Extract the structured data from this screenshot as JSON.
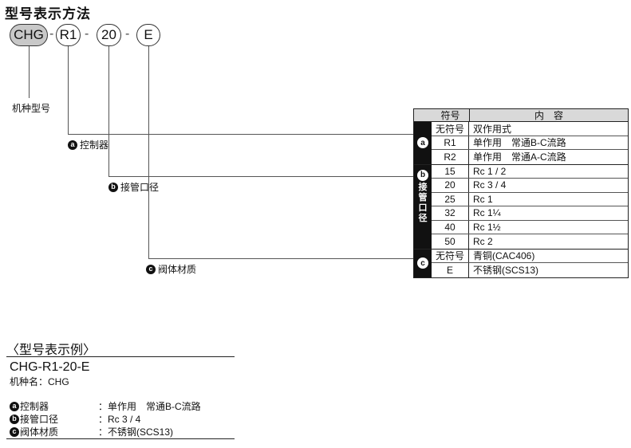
{
  "title": "型号表示方法",
  "model_code": {
    "series": "CHG",
    "operation": "R1",
    "port": "20",
    "material": "E",
    "separator": "-"
  },
  "labels": {
    "series": "机种型号",
    "operation": "控制器",
    "port": "接管口径",
    "material": "阀体材质"
  },
  "badges": {
    "a": "a",
    "b": "b",
    "c": "c"
  },
  "table": {
    "head_symbol": "符号",
    "head_content": "内　容",
    "group_a": [
      {
        "symbol": "无符号",
        "content": "双作用式"
      },
      {
        "symbol": "R1",
        "content": "单作用　常通B-C流路"
      },
      {
        "symbol": "R2",
        "content": "单作用　常通A-C流路"
      }
    ],
    "group_b_label_chars": [
      "接",
      "管",
      "口",
      "径"
    ],
    "group_b": [
      {
        "symbol": "15",
        "content": "Rc 1 / 2"
      },
      {
        "symbol": "20",
        "content": "Rc 3 / 4"
      },
      {
        "symbol": "25",
        "content": "Rc 1"
      },
      {
        "symbol": "32",
        "content": "Rc 1¼"
      },
      {
        "symbol": "40",
        "content": "Rc 1½"
      },
      {
        "symbol": "50",
        "content": "Rc 2"
      }
    ],
    "group_c": [
      {
        "symbol": "无符号",
        "content": "青铜(CAC406)"
      },
      {
        "symbol": "E",
        "content": "不锈钢(SCS13)"
      }
    ]
  },
  "example": {
    "title": "〈型号表示例〉",
    "code": "CHG-R1-20-E",
    "model_line": "机种名：CHG",
    "items": [
      {
        "badge": "a",
        "label": "控制器",
        "value": "：单作用　常通B-C流路"
      },
      {
        "badge": "b",
        "label": "接管口径",
        "value": "：Rc 3 / 4"
      },
      {
        "badge": "c",
        "label": "阀体材质",
        "value": "：不锈钢(SCS13)"
      }
    ]
  },
  "colors": {
    "pill_grey": "#c8c8c8",
    "header_grey": "#d9d9d9",
    "dark": "#111111"
  }
}
